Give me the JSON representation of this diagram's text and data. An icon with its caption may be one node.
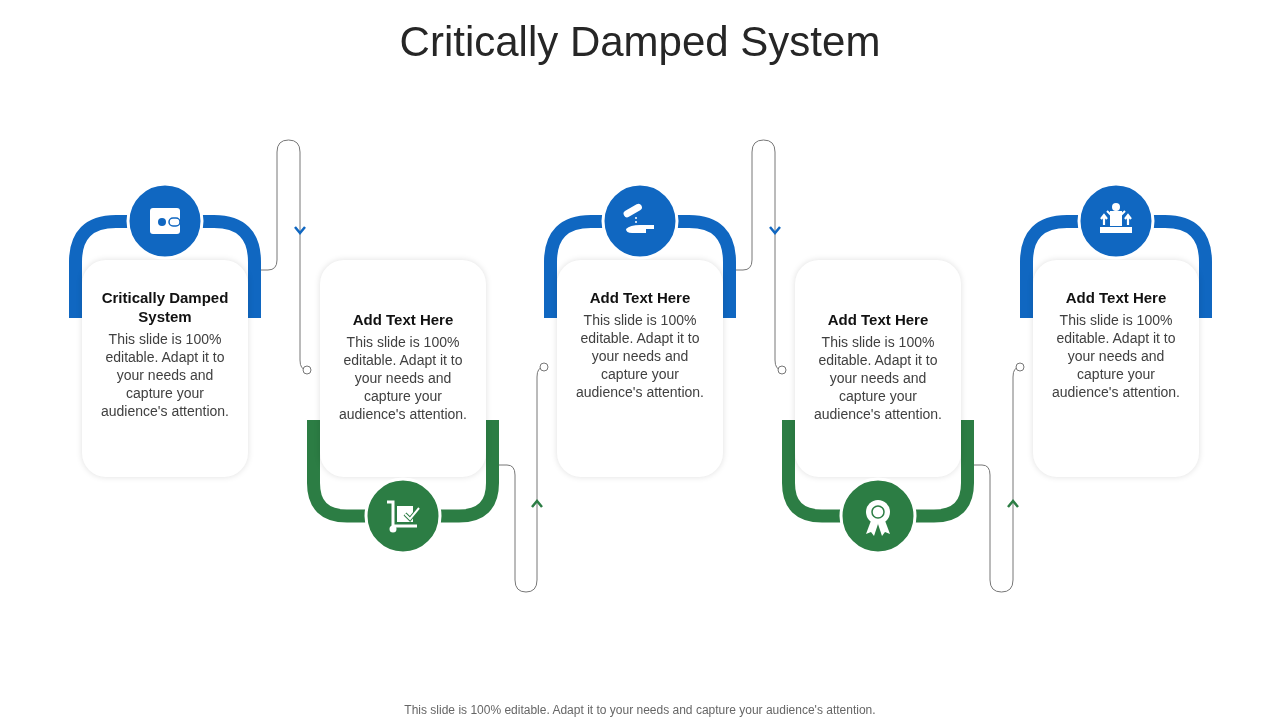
{
  "diagram": {
    "title": "Critically Damped System",
    "caption": "This slide is 100% editable. Adapt it to your needs and capture your audience's attention.",
    "nodes": [
      {
        "text": [
          "Critically Damped System",
          "This slide is 100% editable. Adapt it to your needs and capture your audience's attention."
        ]
      },
      {
        "text": [
          "Add Text Here",
          "This slide is 100% editable. Adapt it to your needs and capture your audience's attention."
        ]
      },
      {
        "text": [
          "Add Text Here",
          "This slide is 100% editable. Adapt it to your needs and capture your audience's attention."
        ]
      },
      {
        "text": [
          "Add Text Here",
          "This slide is 100% editable. Adapt it to your needs and capture your audience's attention."
        ]
      },
      {
        "text": [
          "Add Text Here",
          "This slide is 100% editable. Adapt it to your needs and capture your audience's attention."
        ]
      }
    ],
    "edges": [
      {
        "from": 0,
        "to": 1,
        "arrow": "to"
      },
      {
        "from": 1,
        "to": 2,
        "arrow": "to"
      },
      {
        "from": 2,
        "to": 3,
        "arrow": "to"
      },
      {
        "from": 3,
        "to": 4,
        "arrow": "to"
      }
    ]
  }
}
